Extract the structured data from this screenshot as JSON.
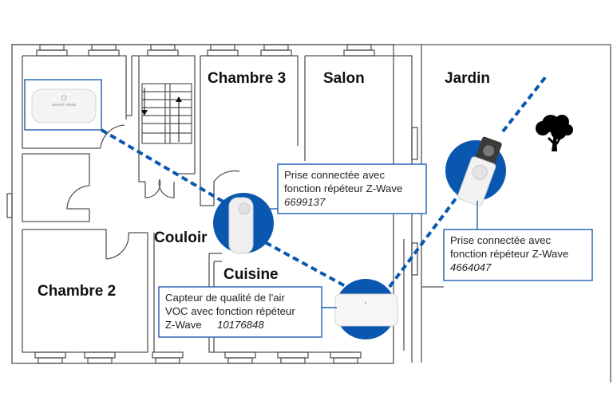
{
  "rooms": {
    "chambre3": "Chambre 3",
    "salon": "Salon",
    "jardin": "Jardin",
    "couloir": "Couloir",
    "cuisine": "Cuisine",
    "chambre2": "Chambre 2"
  },
  "hub": {
    "brand_text": "SMART HOME"
  },
  "callouts": [
    {
      "line1": "Prise connectée avec",
      "line2": "fonction répéteur Z-Wave",
      "number": "6699137"
    },
    {
      "line1": "Prise connectée avec",
      "line2": "fonction répéteur Z-Wave",
      "number": "4664047"
    },
    {
      "line1": "Capteur de qualité de l'air",
      "line2": "VOC avec fonction répéteur",
      "line3": "Z-Wave",
      "number": "10176848"
    }
  ],
  "colors": {
    "accent_blue": "#0a57b0",
    "callout_border": "#1f5fae",
    "wall": "#555555"
  }
}
